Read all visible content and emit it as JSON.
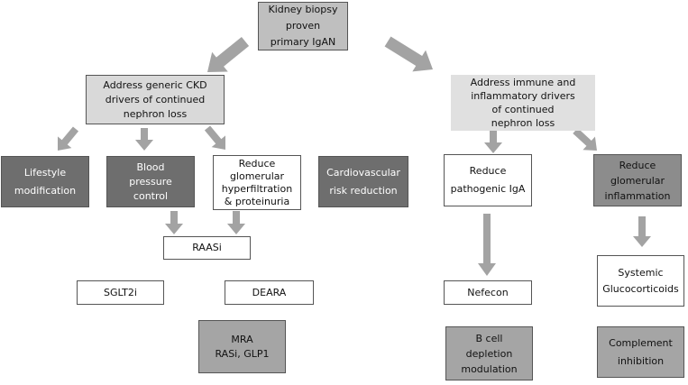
{
  "title": "Kidney biopsy proven\nprimary IgAN",
  "left_branch": {
    "heading": "Address generic CKD\ndrivers of continued\nnephron loss",
    "items": [
      "Lifestyle\nmodification",
      "Blood\npressure\ncontrol",
      "Reduce\nglomerular\nhyperfiltration\n& proteinuria",
      "Cardiovascular\nrisk reduction"
    ],
    "raasi": "RAASi",
    "sglt2i": "SGLT2i",
    "deara": "DEARA",
    "mra": "MRA\nRASi, GLP1"
  },
  "right_branch": {
    "heading": "Address immune and\ninflammatory drivers\nof continued\nnephron loss",
    "items": [
      "Reduce\npathogenic IgA",
      "Reduce\nglomerular\ninflammation"
    ],
    "nefecon": "Nefecon",
    "glucocorticoids": "Systemic\nGlucocorticoids",
    "bcell": "B cell\ndepletion\nmodulation",
    "complement": "Complement\ninhibition"
  },
  "colors": {
    "arrow": "#a3a3a3",
    "dark": "#6e6e6e",
    "light": "#d9d9d9"
  }
}
